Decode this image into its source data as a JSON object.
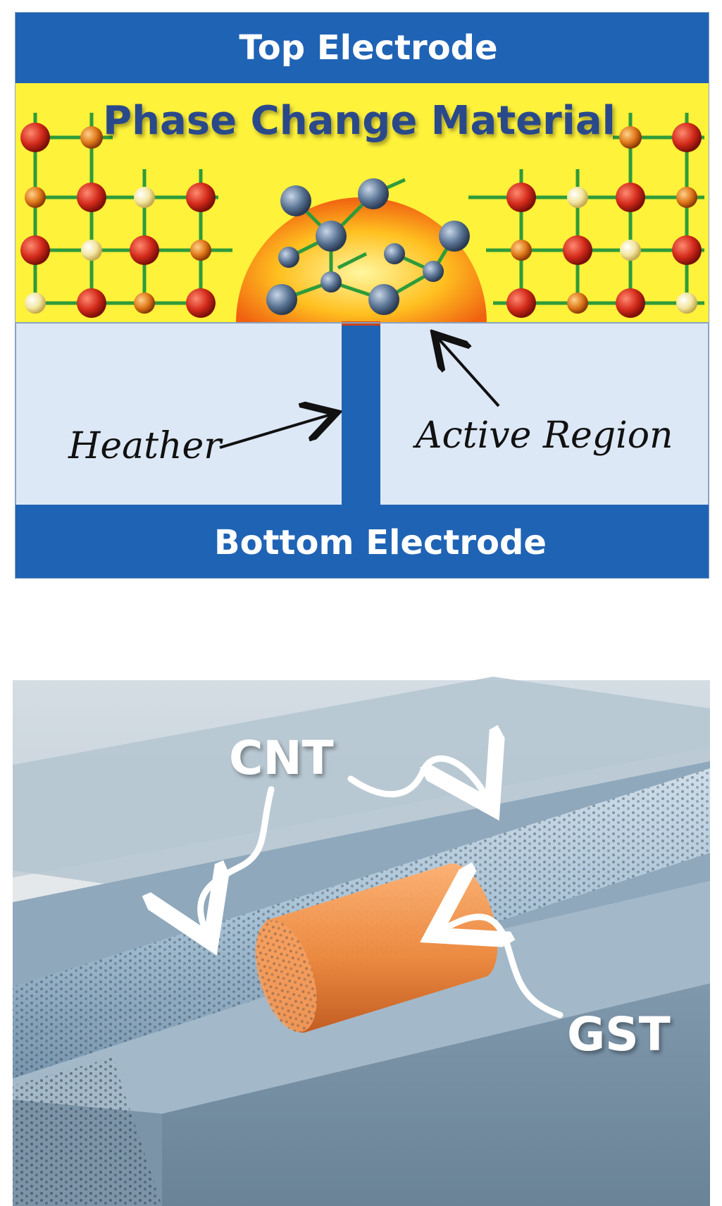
{
  "panel_a": {
    "top_electrode": "Top Electrode",
    "material_title": "Phase Change Material",
    "heater_label": "Heather",
    "active_region_label": "Active Region",
    "bottom_electrode": "Bottom Electrode",
    "colors": {
      "electrode_blue": "#1f63b5",
      "material_yellow": "#fff23a",
      "insulator": "#dde8f6",
      "lattice_bond": "#2f9b3a",
      "atom_red": "#d32a1a",
      "atom_orange": "#e0781a",
      "atom_pale": "#f3e6a0",
      "amorphous_atom": "#5a7494"
    }
  },
  "panel_b": {
    "cnt_label": "CNT",
    "gst_label": "GST",
    "colors": {
      "substrate": "#8fa8bc",
      "nanotube": "#a9c4d8",
      "gst_segment": "#f0883a"
    }
  }
}
